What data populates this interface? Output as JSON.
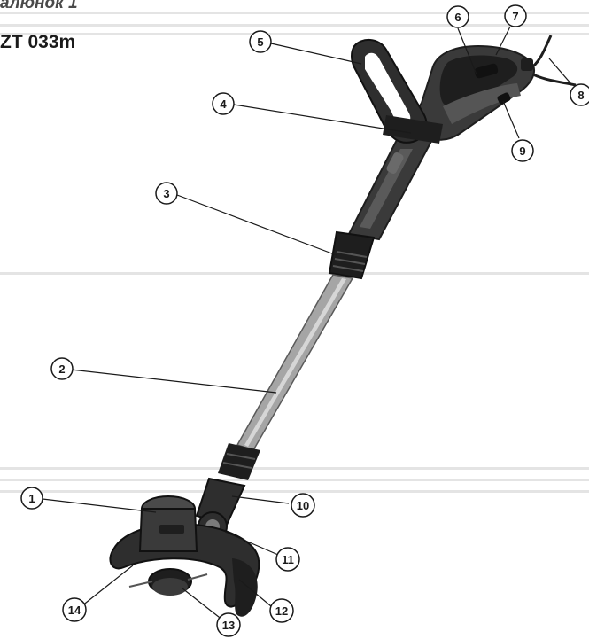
{
  "figure": {
    "title": "алюнок 1",
    "model": "ZT 033m"
  },
  "callouts": [
    "1",
    "2",
    "3",
    "4",
    "5",
    "6",
    "7",
    "8",
    "9",
    "10",
    "11",
    "12",
    "13",
    "14"
  ],
  "colors": {
    "body": "#3a3a3a",
    "body_dark": "#1e1e1e",
    "shaft": "#9a9a9a",
    "guard": "#2e2e2e",
    "callout_stroke": "#1a1a1a",
    "leader": "#1a1a1a"
  }
}
